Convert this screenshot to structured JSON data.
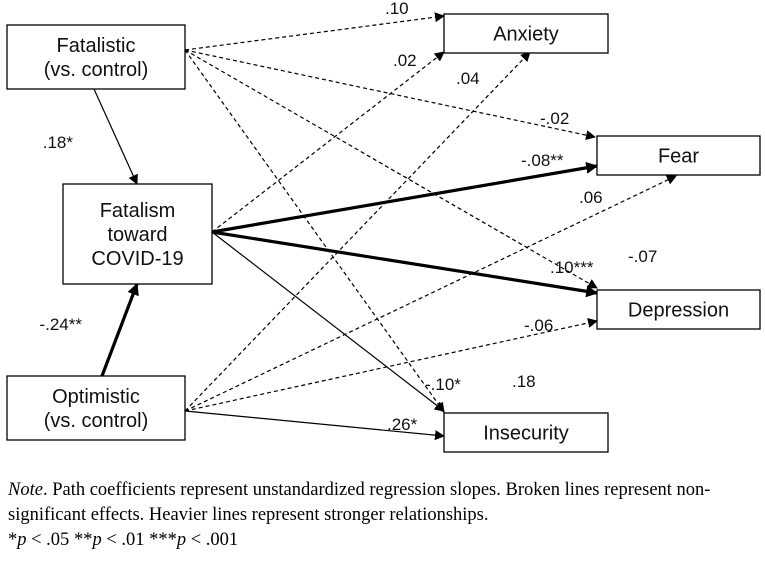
{
  "nodes": {
    "fatalistic": [
      "Fatalistic",
      "(vs. control)"
    ],
    "fatalism": [
      "Fatalism",
      "toward",
      "COVID-19"
    ],
    "optimistic": [
      "Optimistic",
      "(vs. control)"
    ],
    "anxiety": [
      "Anxiety"
    ],
    "fear": [
      "Fear"
    ],
    "depression": [
      "Depression"
    ],
    "insecurity": [
      "Insecurity"
    ]
  },
  "paths": [
    {
      "from": "fatalistic",
      "to": "fatalism",
      "coef": ".18*",
      "style": "solid",
      "weight": "thin"
    },
    {
      "from": "optimistic",
      "to": "fatalism",
      "coef": "-.24**",
      "style": "solid",
      "weight": "thick"
    },
    {
      "from": "fatalistic",
      "to": "anxiety",
      "coef": ".10",
      "style": "dashed",
      "weight": "thin"
    },
    {
      "from": "fatalistic",
      "to": "fear",
      "coef": "-.02",
      "style": "dashed",
      "weight": "thin"
    },
    {
      "from": "fatalistic",
      "to": "depression",
      "coef": "-.07",
      "style": "dashed",
      "weight": "thin"
    },
    {
      "from": "fatalistic",
      "to": "insecurity",
      "coef": ".18",
      "style": "dashed",
      "weight": "thin"
    },
    {
      "from": "fatalism",
      "to": "anxiety",
      "coef": ".02",
      "style": "dashed",
      "weight": "thin"
    },
    {
      "from": "fatalism",
      "to": "fear",
      "coef": "-.08**",
      "style": "solid",
      "weight": "thick"
    },
    {
      "from": "fatalism",
      "to": "depression",
      "coef": ".10***",
      "style": "solid",
      "weight": "thick"
    },
    {
      "from": "fatalism",
      "to": "insecurity",
      "coef": "-.10*",
      "style": "solid",
      "weight": "thin"
    },
    {
      "from": "optimistic",
      "to": "anxiety",
      "coef": ".04",
      "style": "dashed",
      "weight": "thin"
    },
    {
      "from": "optimistic",
      "to": "fear",
      "coef": ".06",
      "style": "dashed",
      "weight": "thin"
    },
    {
      "from": "optimistic",
      "to": "depression",
      "coef": "-.06",
      "style": "dashed",
      "weight": "thin"
    },
    {
      "from": "optimistic",
      "to": "insecurity",
      "coef": ".26*",
      "style": "solid",
      "weight": "thin"
    }
  ],
  "note": {
    "label": "Note",
    "text": ". Path coefficients represent unstandardized regression slopes. Broken lines represent non-significant effects. Heavier lines represent stronger relationships.",
    "sig": [
      {
        "stars": "*",
        "p": "p",
        "rest": " < .05"
      },
      {
        "stars": " **",
        "p": "p",
        "rest": " < .01"
      },
      {
        "stars": " ***",
        "p": "p",
        "rest": " < .001"
      }
    ]
  }
}
